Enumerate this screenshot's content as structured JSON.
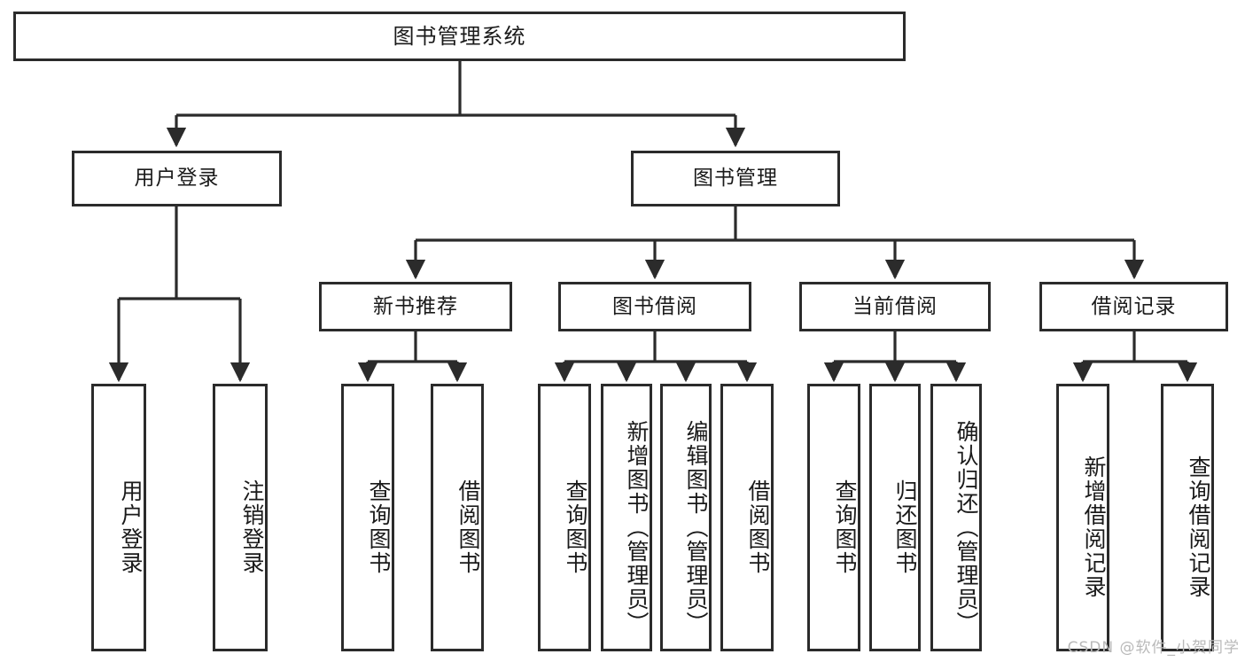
{
  "diagram": {
    "title": "图书管理系统",
    "type": "tree",
    "watermark": "CSDN @软件_小贺同学",
    "colors": {
      "background": "#ffffff",
      "box_border": "#2b2b2b",
      "box_fill": "#ffffff",
      "connector": "#2b2b2b",
      "watermark": "#b9b9b9"
    },
    "root": {
      "label": "图书管理系统"
    },
    "level2": [
      {
        "label": "用户登录"
      },
      {
        "label": "图书管理"
      }
    ],
    "level3": [
      {
        "label": "新书推荐"
      },
      {
        "label": "图书借阅"
      },
      {
        "label": "当前借阅"
      },
      {
        "label": "借阅记录"
      }
    ],
    "leaves": {
      "user_login": [
        {
          "label": "用户登录"
        },
        {
          "label": "注销登录"
        }
      ],
      "new_book": [
        {
          "label": "查询图书"
        },
        {
          "label": "借阅图书"
        }
      ],
      "book_borrow": [
        {
          "label": "查询图书"
        },
        {
          "label": "新增图书（管理员）"
        },
        {
          "label": "编辑图书（管理员）"
        },
        {
          "label": "借阅图书"
        }
      ],
      "current_borrow": [
        {
          "label": "查询图书"
        },
        {
          "label": "归还图书"
        },
        {
          "label": "确认归还（管理员）"
        }
      ],
      "borrow_record": [
        {
          "label": "新增借阅记录"
        },
        {
          "label": "查询借阅记录"
        }
      ]
    }
  }
}
